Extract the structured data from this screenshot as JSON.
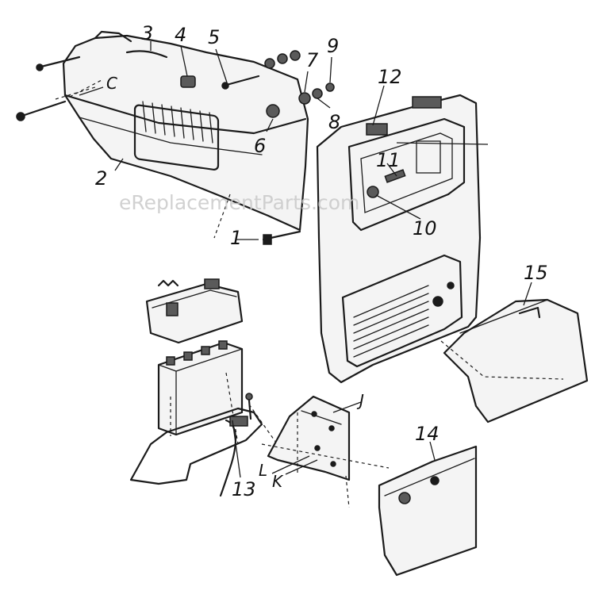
{
  "watermark": "eReplacementParts.com",
  "callouts": {
    "c1": "1",
    "c2": "2",
    "c3": "3",
    "c4": "4",
    "c5": "5",
    "c6": "6",
    "c7": "7",
    "c8": "8",
    "c9": "9",
    "c10": "10",
    "c11": "11",
    "c12": "12",
    "c13": "13",
    "c14": "14",
    "c15": "15",
    "cC": "C",
    "cJ": "J",
    "cK": "K",
    "cL": "L"
  },
  "colors": {
    "ink": "#1b1b1b",
    "background": "#ffffff",
    "watermark": "#c9c9c9"
  }
}
